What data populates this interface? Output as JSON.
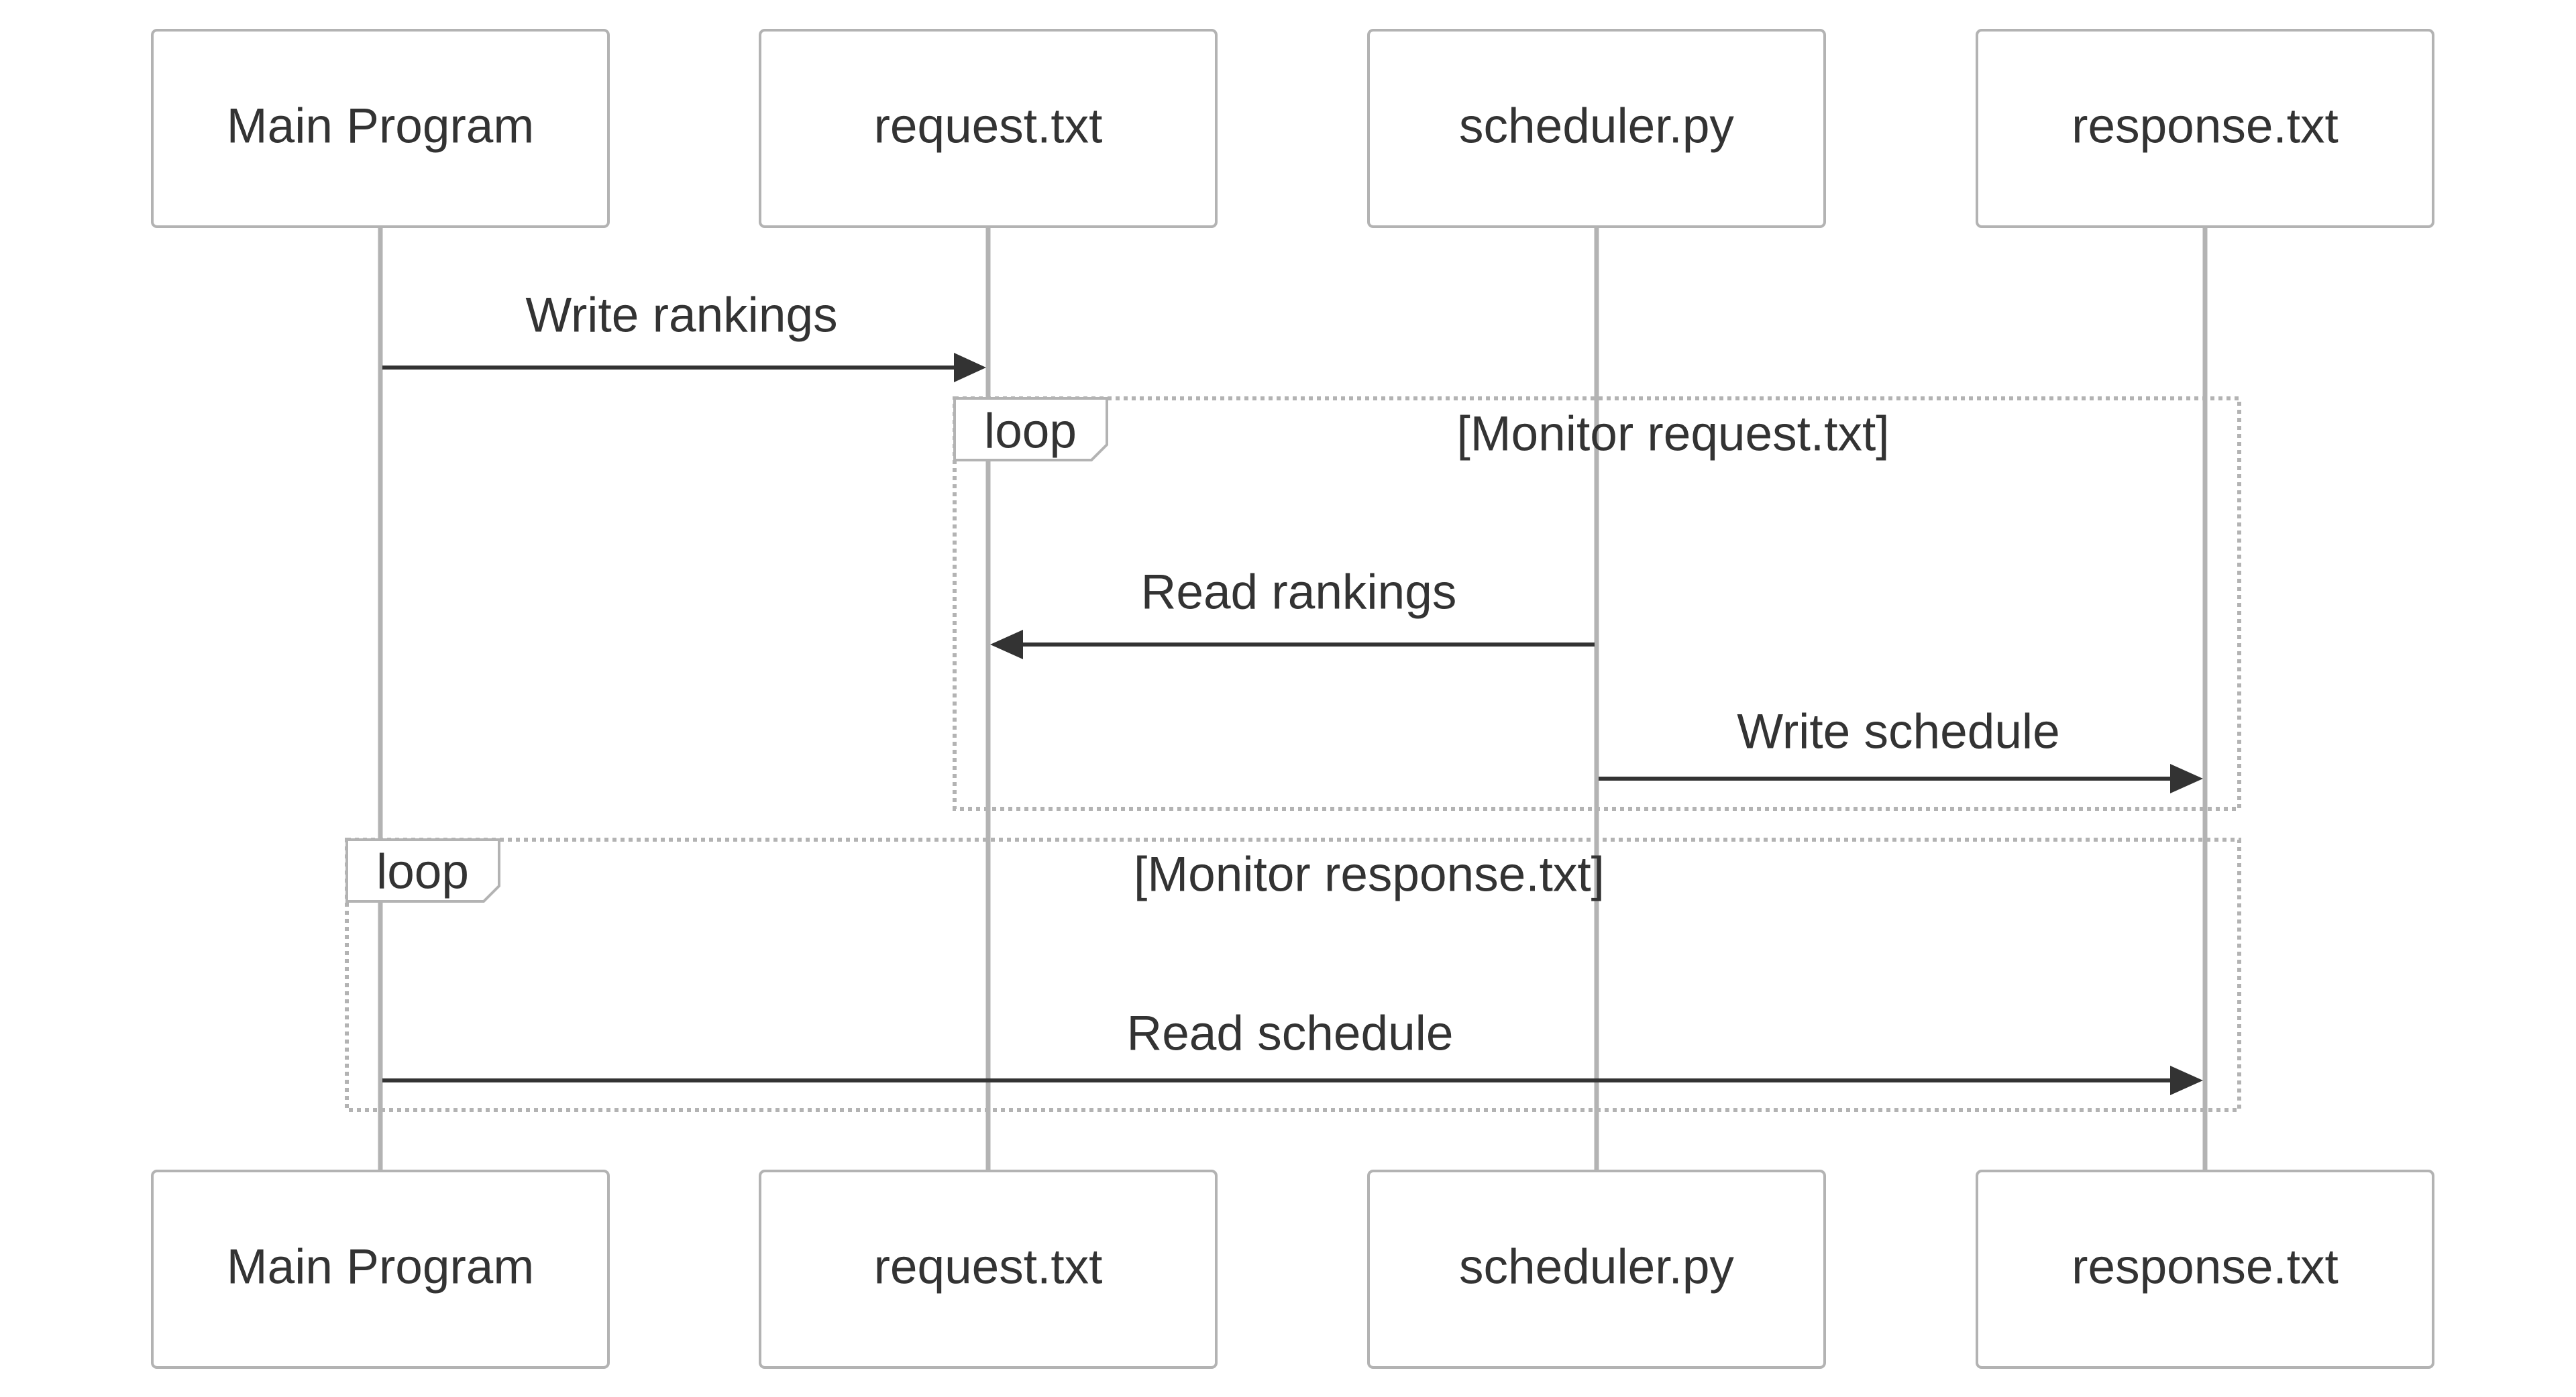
{
  "diagram": {
    "type": "sequence",
    "participants": [
      {
        "id": "main",
        "label": "Main Program"
      },
      {
        "id": "request",
        "label": "request.txt"
      },
      {
        "id": "scheduler",
        "label": "scheduler.py"
      },
      {
        "id": "response",
        "label": "response.txt"
      }
    ],
    "messages": [
      {
        "from": "main",
        "to": "request",
        "label": "Write rankings"
      },
      {
        "from": "scheduler",
        "to": "request",
        "label": "Read rankings"
      },
      {
        "from": "scheduler",
        "to": "response",
        "label": "Write schedule"
      },
      {
        "from": "main",
        "to": "response",
        "label": "Read schedule"
      }
    ],
    "loops": [
      {
        "keyword": "loop",
        "condition": "[Monitor request.txt]"
      },
      {
        "keyword": "loop",
        "condition": "[Monitor response.txt]"
      }
    ],
    "colors": {
      "box_border": "#b3b3b3",
      "lifeline": "#b3b3b3",
      "text": "#333333",
      "arrow": "#333333",
      "background": "#ffffff"
    }
  }
}
